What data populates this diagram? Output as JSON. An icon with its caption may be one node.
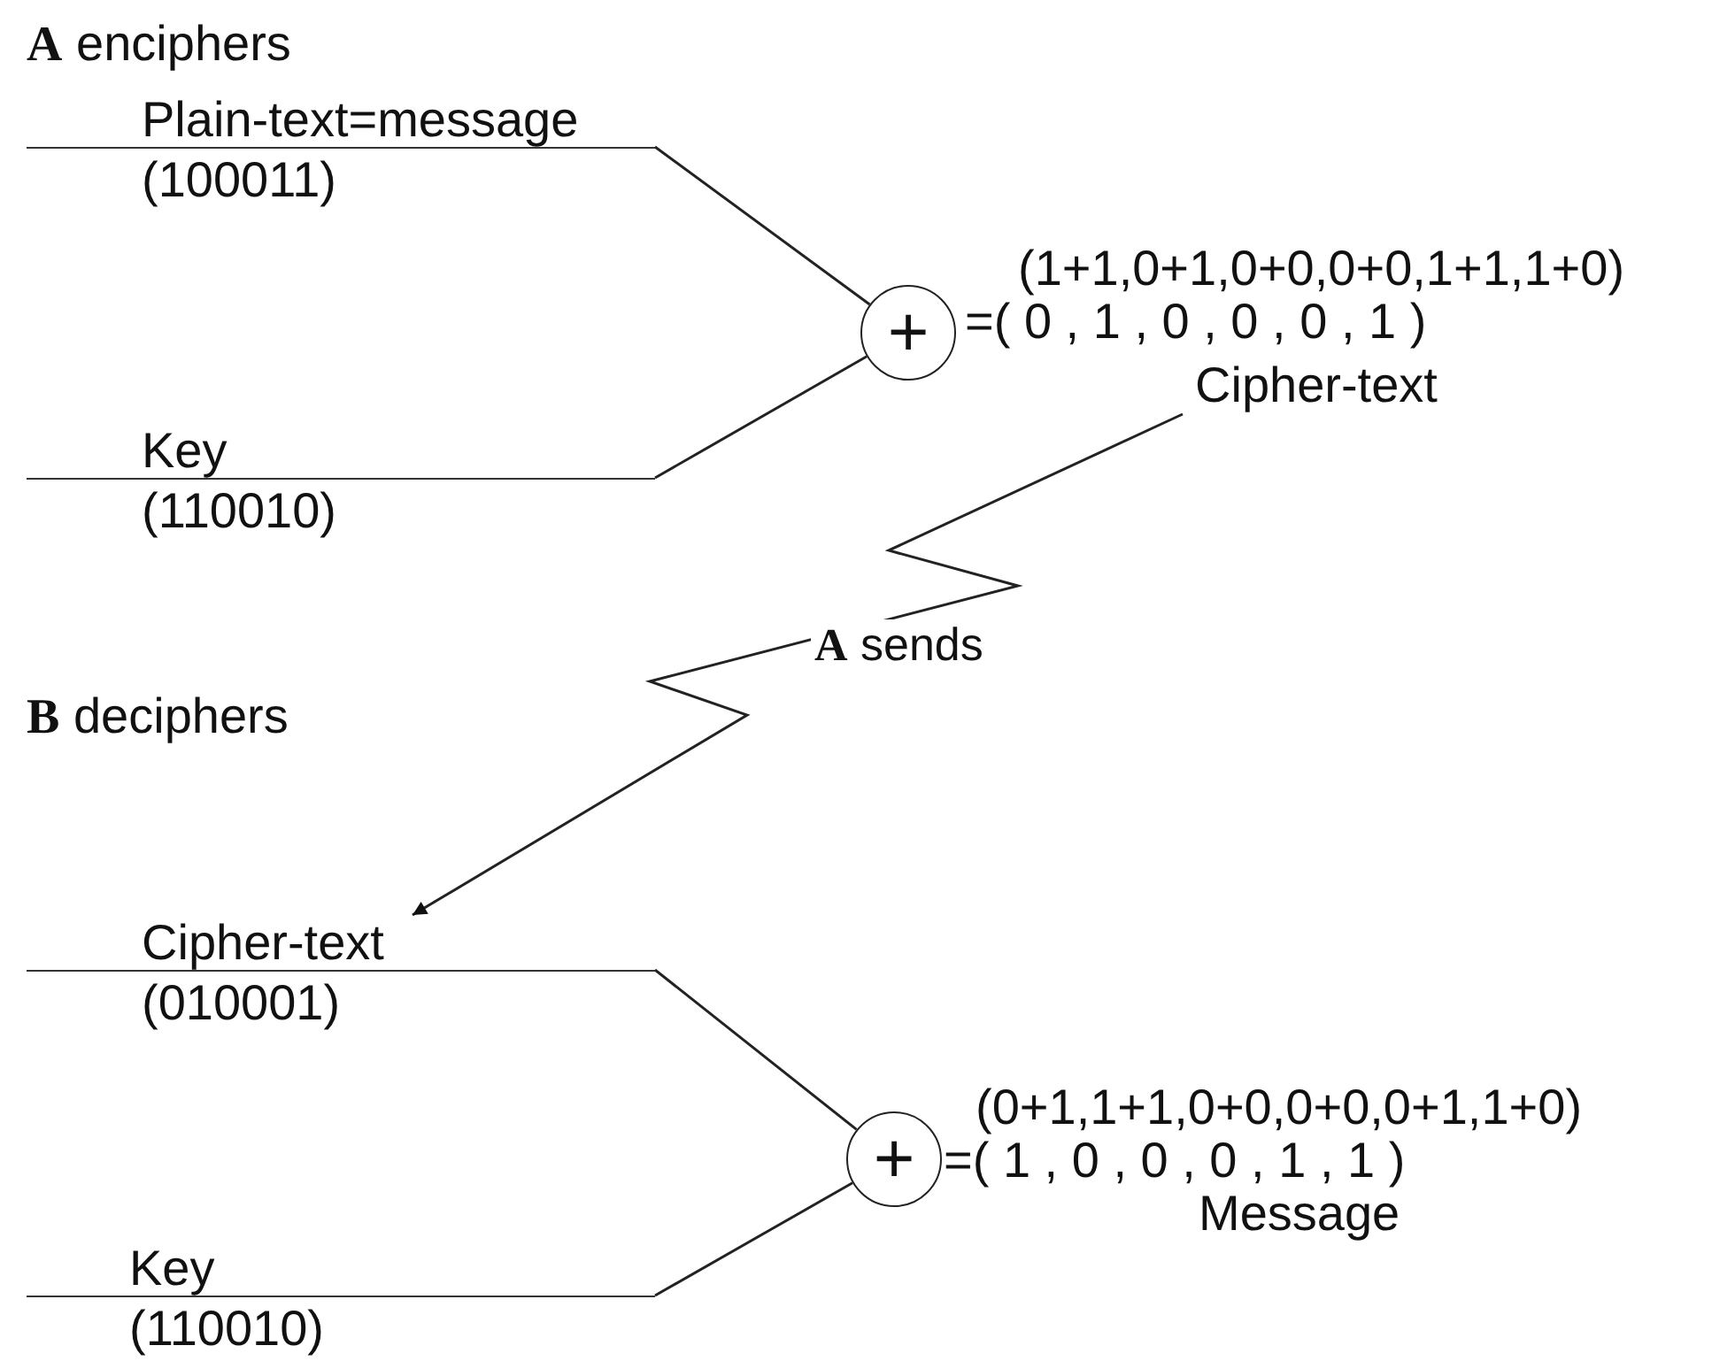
{
  "diagram": {
    "nodes": [
      {
        "text": [
          "Plain-text=message",
          "(100011)"
        ]
      },
      {
        "text": [
          "Key",
          "(110010)"
        ]
      },
      {
        "text": [
          "+"
        ]
      },
      {
        "text": [
          "(1+1,0+1,0+0,0+0,1+1,1+0)",
          "=( 0 , 1 , 0 , 0 , 0 , 1 )",
          "Cipher-text"
        ]
      },
      {
        "text": [
          "Cipher-text",
          "(010001)"
        ]
      },
      {
        "text": [
          "Key",
          "(110010)"
        ]
      },
      {
        "text": [
          "+"
        ]
      },
      {
        "text": [
          "(0+1,1+1,0+0,0+0,0+1,1+0)",
          "=( 1 , 0 , 0 , 0 , 1 , 1 )",
          "Message"
        ]
      }
    ],
    "edges": [
      {
        "from": 0,
        "to": 2,
        "arrow": "none"
      },
      {
        "from": 1,
        "to": 2,
        "arrow": "none"
      },
      {
        "from": 3,
        "to": 4,
        "arrow": "to",
        "label": "**A** sends"
      },
      {
        "from": 4,
        "to": 6,
        "arrow": "none"
      },
      {
        "from": 5,
        "to": 6,
        "arrow": "none"
      }
    ],
    "labels": [
      "**A** enciphers",
      "**B** deciphers"
    ]
  }
}
